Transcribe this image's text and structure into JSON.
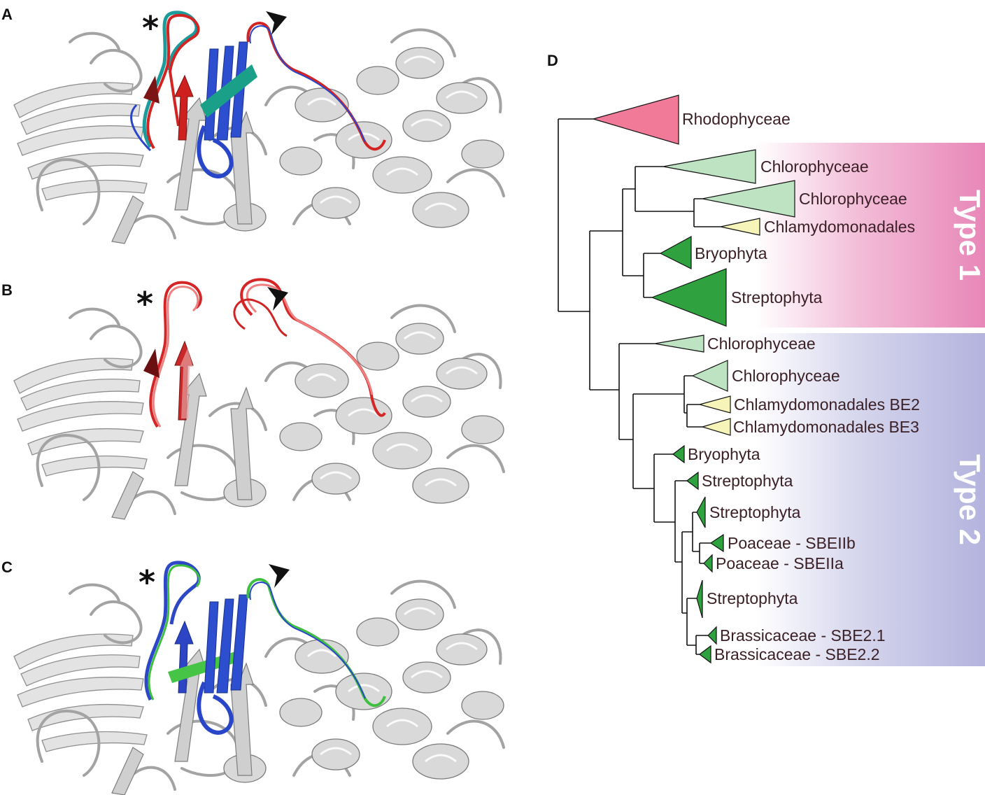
{
  "panels": [
    {
      "id": "panel-a",
      "label": "A",
      "star": "*"
    },
    {
      "id": "panel-b",
      "label": "B",
      "star": "*"
    },
    {
      "id": "panel-c",
      "label": "C",
      "star": "*"
    }
  ],
  "tree": {
    "label": "D",
    "bands": [
      {
        "id": "type1",
        "label": "Type 1",
        "color": "#e887b8"
      },
      {
        "id": "type2",
        "label": "Type 2",
        "color": "#b3b3de"
      }
    ],
    "taxa": [
      {
        "name": "Rhodophyceae",
        "color": "#f07a98"
      },
      {
        "name": "Chlorophyceae",
        "color": "#bde3c2"
      },
      {
        "name": "Chlorophyceae",
        "color": "#bde3c2"
      },
      {
        "name": "Chlamydomonadales",
        "color": "#f6f4b8"
      },
      {
        "name": "Bryophyta",
        "color": "#2fa23f"
      },
      {
        "name": "Streptophyta",
        "color": "#2fa23f"
      },
      {
        "name": "Chlorophyceae",
        "color": "#bde3c2"
      },
      {
        "name": "Chlorophyceae",
        "color": "#bde3c2"
      },
      {
        "name": "Chlamydomonadales BE2",
        "color": "#f6f4b8"
      },
      {
        "name": "Chlamydomonadales BE3",
        "color": "#f6f4b8"
      },
      {
        "name": "Bryophyta",
        "color": "#2fa23f"
      },
      {
        "name": "Streptophyta",
        "color": "#2fa23f"
      },
      {
        "name": "Streptophyta",
        "color": "#2fa23f"
      },
      {
        "name": "Poaceae - SBEIIb",
        "color": "#2fa23f"
      },
      {
        "name": "Poaceae - SBEIIa",
        "color": "#2fa23f"
      },
      {
        "name": "Streptophyta",
        "color": "#2fa23f"
      },
      {
        "name": "Brassicaceae - SBE2.1",
        "color": "#2fa23f"
      },
      {
        "name": "Brassicaceae - SBE2.2",
        "color": "#2fa23f"
      }
    ]
  }
}
